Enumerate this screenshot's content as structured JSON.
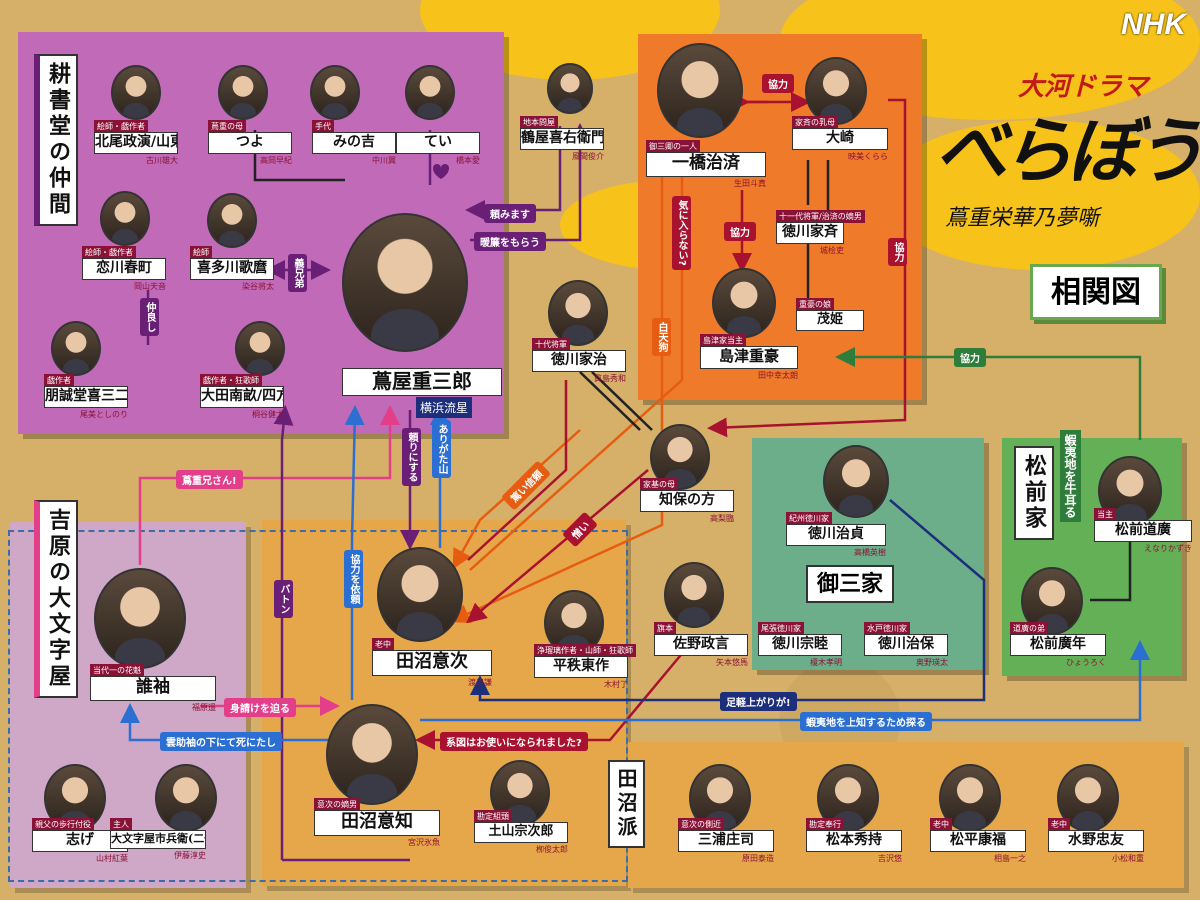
{
  "header": {
    "broadcaster": "NHK",
    "series_label": "大河ドラマ",
    "title": "べらぼう",
    "subtitle": "蔦重栄華乃夢噺",
    "chart_name": "相関図"
  },
  "colors": {
    "koshodo": "#c06ab8",
    "hitotsubashi": "#ef7a2a",
    "gosanke": "#6dae8a",
    "matsumae": "#63b056",
    "yoshiwara": "#cfa7c7",
    "tanuma": "#e6a74a",
    "accent": "#8a1236"
  },
  "groups": {
    "koshodo": "耕書堂の仲間",
    "yoshiwara": "吉原の大文字屋",
    "gosanke": "御三家",
    "matsumae": "松前家",
    "matsumae_note": "蝦夷地を牛耳る",
    "tanuma": "田沼派"
  },
  "people": {
    "kitao": {
      "role": "絵師・戯作者",
      "name": "北尾政演/山東京伝",
      "actor": "古川雄大"
    },
    "tsuyo": {
      "role": "蔦重の母",
      "name": "つよ",
      "actor": "高岡早紀"
    },
    "minokichi": {
      "role": "手代",
      "name": "みの吉",
      "actor": "中川翼"
    },
    "tei": {
      "role": "",
      "name": "てい",
      "actor": "橋本愛"
    },
    "tsuruya": {
      "role": "地本問屋",
      "name": "鶴屋喜右衛門",
      "actor": "風間俊介"
    },
    "harumachi": {
      "role": "絵師・戯作者",
      "name": "恋川春町",
      "actor": "岡山天音"
    },
    "utamaro": {
      "role": "絵師",
      "name": "喜多川歌麿",
      "actor": "染谷将太"
    },
    "kisanji": {
      "role": "戯作者",
      "name": "朋誠堂喜三二",
      "actor": "尾美としのり"
    },
    "nanpo": {
      "role": "戯作者・狂歌師",
      "name": "大田南畝/四方赤良",
      "actor": "桐谷健太"
    },
    "tsutaju": {
      "name": "蔦屋重三郎",
      "actor": "横浜流星"
    },
    "harusada": {
      "role": "御三卿の一人",
      "name": "一橋治済",
      "actor": "生田斗真"
    },
    "osaki": {
      "role": "家斉の乳母",
      "name": "大崎",
      "actor": "映美くらら"
    },
    "ienari": {
      "role": "十一代将軍/治済の嫡男",
      "name": "徳川家斉",
      "actor": "城桧吏"
    },
    "shigehime": {
      "role": "重豪の娘",
      "name": "茂姫",
      "actor": ""
    },
    "shigehide": {
      "role": "島津家当主",
      "name": "島津重豪",
      "actor": "田中幸太朗"
    },
    "ieharu": {
      "role": "十代将軍",
      "name": "徳川家治",
      "actor": "眞島秀和"
    },
    "chiho": {
      "role": "家基の母",
      "name": "知保の方",
      "actor": "高梨臨"
    },
    "harusada2": {
      "role": "紀州徳川家",
      "name": "徳川治貞",
      "actor": "高橋英樹"
    },
    "munechika": {
      "role": "尾張徳川家",
      "name": "徳川宗睦",
      "actor": "榎木孝明"
    },
    "harumori": {
      "role": "水戸徳川家",
      "name": "徳川治保",
      "actor": "奥野瑛太"
    },
    "michihiro": {
      "role": "当主",
      "name": "松前道廣",
      "actor": "えなりかずき"
    },
    "hironen": {
      "role": "道廣の弟",
      "name": "松前廣年",
      "actor": "ひょうろく"
    },
    "okitsugu": {
      "role": "老中",
      "name": "田沼意次",
      "actor": "渡辺謙"
    },
    "gennai": {
      "role": "浄瑠璃作者・山師・狂歌師",
      "name": "平秩東作",
      "actor": "木村了"
    },
    "sano": {
      "role": "旗本",
      "name": "佐野政言",
      "actor": "矢本悠馬"
    },
    "okitomo": {
      "role": "意次の嫡男",
      "name": "田沼意知",
      "actor": "宮沢氷魚"
    },
    "tsuchiyama": {
      "role": "勘定組頭",
      "name": "土山宗次郎",
      "actor": "栁俊太郎"
    },
    "tagasode": {
      "role": "当代一の花魁",
      "name": "誰袖",
      "actor": "福原遥"
    },
    "shige": {
      "role": "親父の歩行付役",
      "name": "志げ",
      "actor": "山村紅葉"
    },
    "ichibei": {
      "role": "主人",
      "name": "大文字屋市兵衛(二代目)",
      "actor": "伊藤淳史"
    },
    "miura": {
      "role": "意次の側近",
      "name": "三浦庄司",
      "actor": "原田泰造"
    },
    "matsumoto": {
      "role": "勘定奉行",
      "name": "松本秀持",
      "actor": "吉沢悠"
    },
    "matsudaira": {
      "role": "老中",
      "name": "松平康福",
      "actor": "相島一之"
    },
    "mizuno": {
      "role": "老中",
      "name": "水野忠友",
      "actor": "小松和重"
    }
  },
  "relations": {
    "tanomimasu": "頼みます",
    "norenwo": "暖簾をもらう",
    "gikyodai": "義兄弟",
    "nakayoshi": "仲良し",
    "kyoryoku1": "協力",
    "kyoryoku2": "協力",
    "kyoryoku3": "協力",
    "kyoryoku4": "協力",
    "kiniiranai": "気に入らない?",
    "shirotengu": "白天狗",
    "tayorinisuru": "頼りにする",
    "arigatayama": "ありがた山",
    "tsuyoishinrai": "篤い信頼",
    "nikui": "憎い",
    "shigejuniisan": "蔦重兄さん!",
    "kyoryokuirai": "協力を依頼",
    "baton": "バトン",
    "miukewo": "身請けを迫る",
    "kumosuke": "雲助袖の下にて死にたし",
    "keizu": "系図はお使いになられました?",
    "ashigaru": "足軽上がりが!",
    "ezochi": "蝦夷地を上知するため探る"
  }
}
